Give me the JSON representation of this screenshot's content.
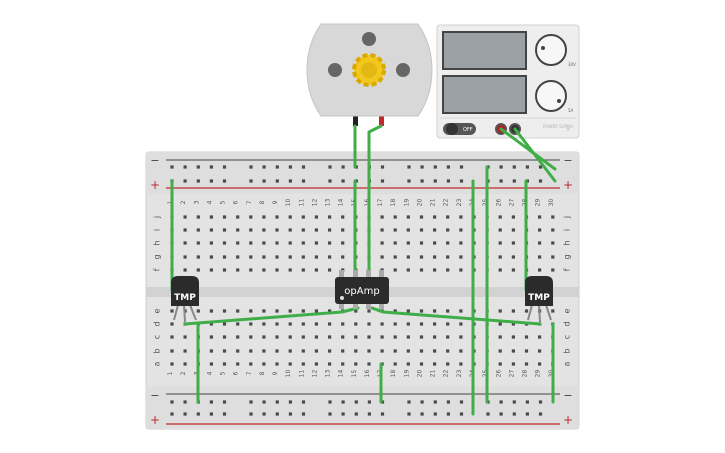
{
  "breadboard": {
    "columns": [
      "1",
      "2",
      "3",
      "4",
      "5",
      "6",
      "7",
      "8",
      "9",
      "10",
      "11",
      "12",
      "13",
      "14",
      "15",
      "16",
      "17",
      "18",
      "19",
      "20",
      "21",
      "22",
      "23",
      "24",
      "25",
      "26",
      "27",
      "28",
      "29",
      "30"
    ],
    "rows_top": [
      "j",
      "i",
      "h",
      "g",
      "f"
    ],
    "rows_bottom": [
      "e",
      "d",
      "c",
      "b",
      "a"
    ],
    "rail_minus": "−",
    "rail_plus": "+"
  },
  "components": {
    "sensor_left": {
      "label": "TMP"
    },
    "sensor_right": {
      "label": "TMP"
    },
    "opamp": {
      "label": "opAmp"
    },
    "power_supply": {
      "switch_label": "OFF",
      "knob_top_label": "30V",
      "knob_bottom_label": "5A",
      "brand": "POWER SUPPLY"
    }
  },
  "colors": {
    "wire": "#3fae49",
    "rail_red": "#c0282d",
    "board": "#e6e6e6",
    "chip": "#2b2b2b",
    "motor_gear": "#f2c81e"
  }
}
